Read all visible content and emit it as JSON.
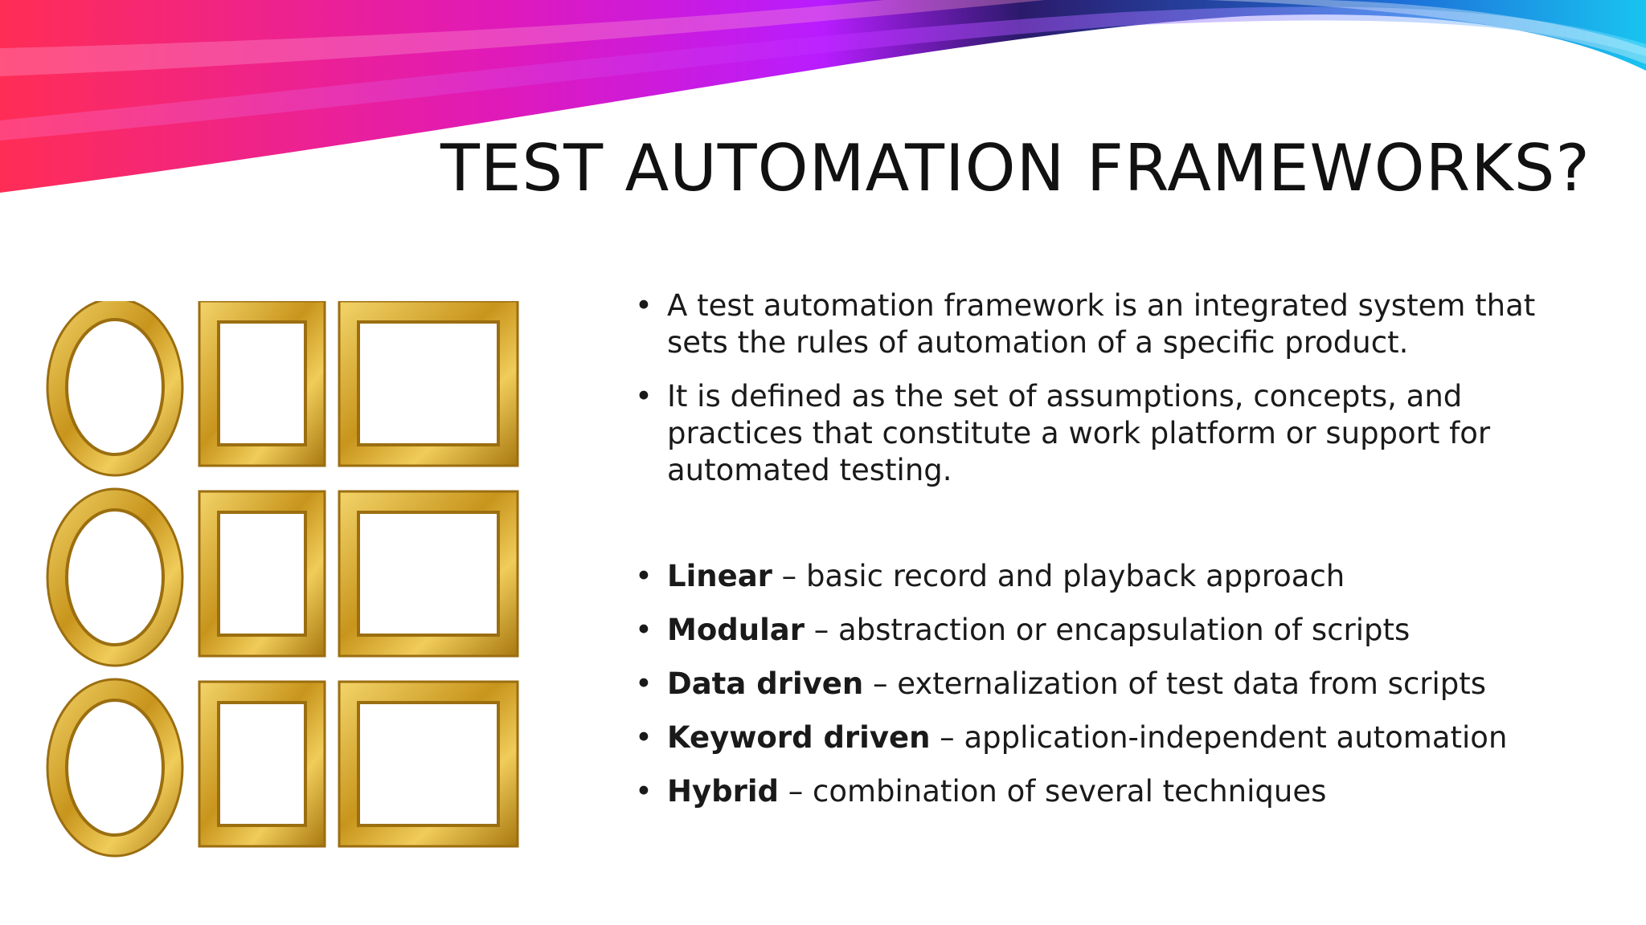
{
  "slide": {
    "title": "TEST AUTOMATION FRAMEWORKS?",
    "intro_points": [
      "A test automation framework is an integrated system that sets the rules of automation of a specific product.",
      "It is defined as the set of assumptions, concepts, and practices that constitute a work platform or support for automated testing."
    ],
    "framework_types": [
      {
        "name": "Linear",
        "description": " – basic record and playback approach"
      },
      {
        "name": "Modular",
        "description": " – abstraction or encapsulation of scripts"
      },
      {
        "name": "Data driven",
        "description": " – externalization of test data from scripts"
      },
      {
        "name": "Keyword driven",
        "description": " – application-independent automation"
      },
      {
        "name": "Hybrid",
        "description": " – combination of several techniques"
      }
    ]
  },
  "theme": {
    "swoosh_colors": [
      "#ff2d55",
      "#e01ab8",
      "#b81cff",
      "#2b1a6b",
      "#1d6fd8",
      "#19c4f0"
    ],
    "frame_gold": "#d4a52a",
    "text_color": "#1a1a1a"
  },
  "image": {
    "subject": "gold-picture-frames",
    "rows": 3,
    "frame_shapes": [
      "oval",
      "portrait-rectangle",
      "landscape-rectangle"
    ]
  }
}
